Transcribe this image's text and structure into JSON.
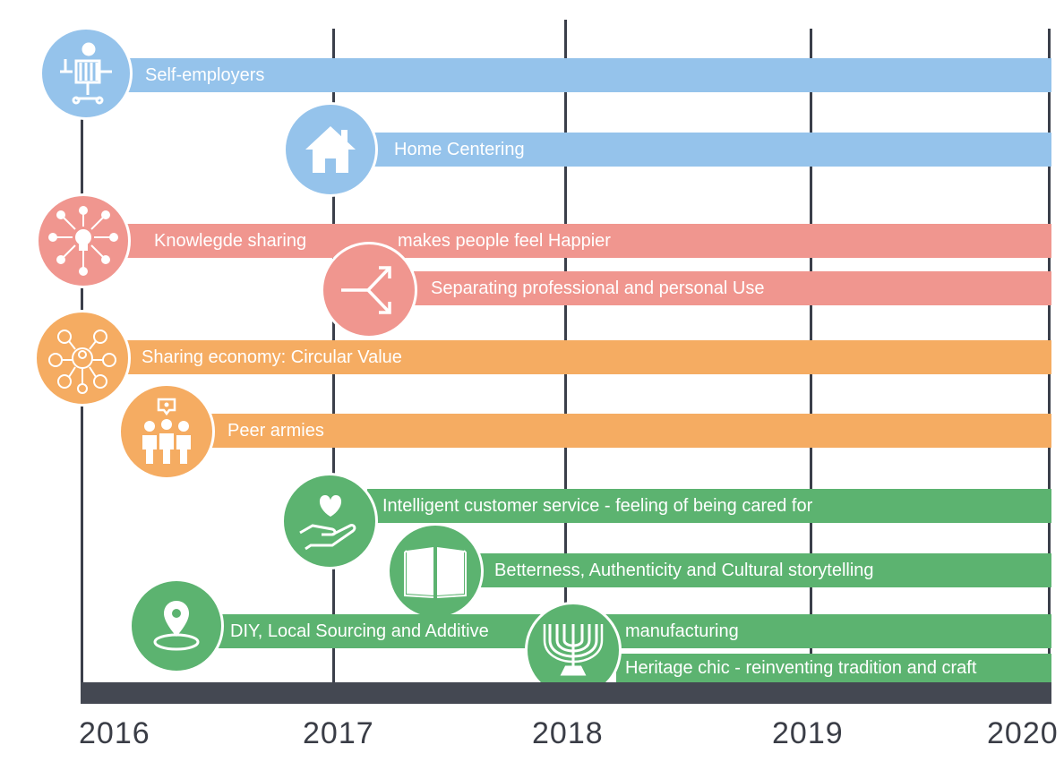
{
  "timeline": {
    "years": [
      "2016",
      "2017",
      "2018",
      "2019",
      "2020"
    ],
    "colors": {
      "blue": "#95c3eb",
      "red": "#f0968f",
      "orange": "#f5ac62",
      "green": "#5cb370",
      "axis": "#444852"
    },
    "trends": [
      {
        "id": "self-employers",
        "label": "Self-employers",
        "icon": "person-at-desk-icon",
        "color": "blue"
      },
      {
        "id": "home-centering",
        "label": "Home Centering",
        "icon": "house-icon",
        "color": "blue"
      },
      {
        "id": "knowledge-sharing",
        "label": "Knowlegde sharing",
        "label_b": "makes people feel Happier",
        "icon": "lightbulb-network-icon",
        "color": "red"
      },
      {
        "id": "separating-use",
        "label": "Separating professional and personal Use",
        "icon": "split-arrow-icon",
        "color": "red"
      },
      {
        "id": "sharing-economy",
        "label": "Sharing economy: Circular Value",
        "icon": "people-network-icon",
        "color": "orange"
      },
      {
        "id": "peer-armies",
        "label": "Peer armies",
        "icon": "group-of-people-icon",
        "color": "orange"
      },
      {
        "id": "intelligent-service",
        "label": "Intelligent customer service - feeling of being cared for",
        "icon": "hand-heart-icon",
        "color": "green"
      },
      {
        "id": "betterness",
        "label": "Betterness, Authenticity and Cultural storytelling",
        "icon": "open-book-icon",
        "color": "green"
      },
      {
        "id": "diy",
        "label": "DIY, Local Sourcing and Additive",
        "label_b": "manufacturing",
        "icon": "location-pin-icon",
        "color": "green"
      },
      {
        "id": "heritage-chic",
        "label": "Heritage chic - reinventing tradition  and craft",
        "icon": "menorah-icon",
        "color": "green"
      }
    ]
  }
}
